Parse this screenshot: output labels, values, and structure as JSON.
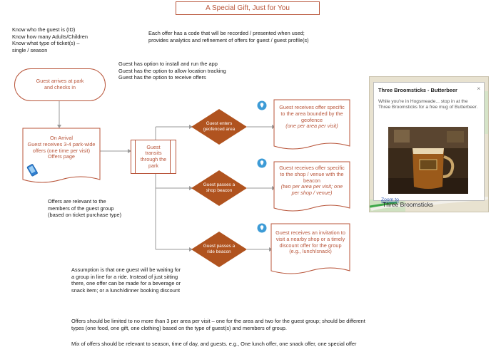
{
  "title": "A Special Gift, Just for You",
  "guest_info": [
    "Know who the guest is (ID)",
    "Know how many Adults/Children",
    "Know what type of ticket(s) –",
    "single / season"
  ],
  "offer_code_note": [
    "Each offer has a code that will be recorded / presented when used;",
    "provides analytics and refinement of offers for guest / guest profile(s)"
  ],
  "app_options": [
    "Guest has option to install and run the app",
    "Guest has the option to allow location tracking",
    "Guest has the option to receive offers"
  ],
  "arrive_node": [
    "Guest arrives at park",
    "and checks in"
  ],
  "arrival_node": [
    "On Arrival",
    "Guest receives 3-4 park-wide",
    "offers (one time per visit)",
    "Offers page"
  ],
  "transit_node": [
    "Guest",
    "transits",
    "through the",
    "park"
  ],
  "decisions": [
    {
      "label": [
        "Guest enters",
        "geofenced area"
      ]
    },
    {
      "label": [
        "Guest passes a",
        "shop beacon"
      ]
    },
    {
      "label": [
        "Guest passes a",
        "ride beacon"
      ]
    }
  ],
  "outcomes": [
    {
      "lines": [
        "Guest receives offer specific",
        "to the area bounded by the",
        "geofence"
      ],
      "note": [
        "(one per area per visit)"
      ]
    },
    {
      "lines": [
        "Guest receives offer specific",
        "to the shop / venue with the",
        "beacon"
      ],
      "note": [
        "(two per area per visit; one",
        "per shop / venue)"
      ]
    },
    {
      "lines": [
        "Guest receives an invitation to",
        "visit a nearby shop or a timely",
        "discount offer for the group",
        "(e.g., lunch/snack)"
      ],
      "note": []
    }
  ],
  "relevance_note": [
    "Offers are relevant to the",
    "members of the guest  group",
    "(based on ticket purchase type)"
  ],
  "assumption_note": [
    "Assumption is that one guest will be waiting for",
    "a group in line for a ride. Instead of just sitting",
    "there, one offer can be made for a beverage or",
    "snack item; or a lunch/dinner booking discount"
  ],
  "footer_note_1": [
    "Offers should be limited to no more than 3 per area per visit – one for the area and two for the guest group; should be different",
    "types (one food, one gift, one clothing) based on the type of guest(s) and members of group."
  ],
  "footer_note_2": "Mix of offers should be relevant to season, time of day, and guests. e.g., One lunch offer, one snack offer, one special offer",
  "map_popup": {
    "title": "Three Broomsticks - Butterbeer",
    "close_glyph": "×",
    "description": "While you're in Hogsmeade... stop in at the Three Broomsticks for a free mug of Butterbeer.",
    "zoom_link": "Zoom to",
    "place_label": "Three Broomsticks"
  },
  "colors": {
    "accent": "#b8553a",
    "diamond": "#b0531f",
    "connector": "#9a9a9a",
    "pin": "#3d9bd6"
  },
  "icons": [
    "location-pin-icon",
    "phone-icon",
    "butterbeer-mug-photo"
  ]
}
